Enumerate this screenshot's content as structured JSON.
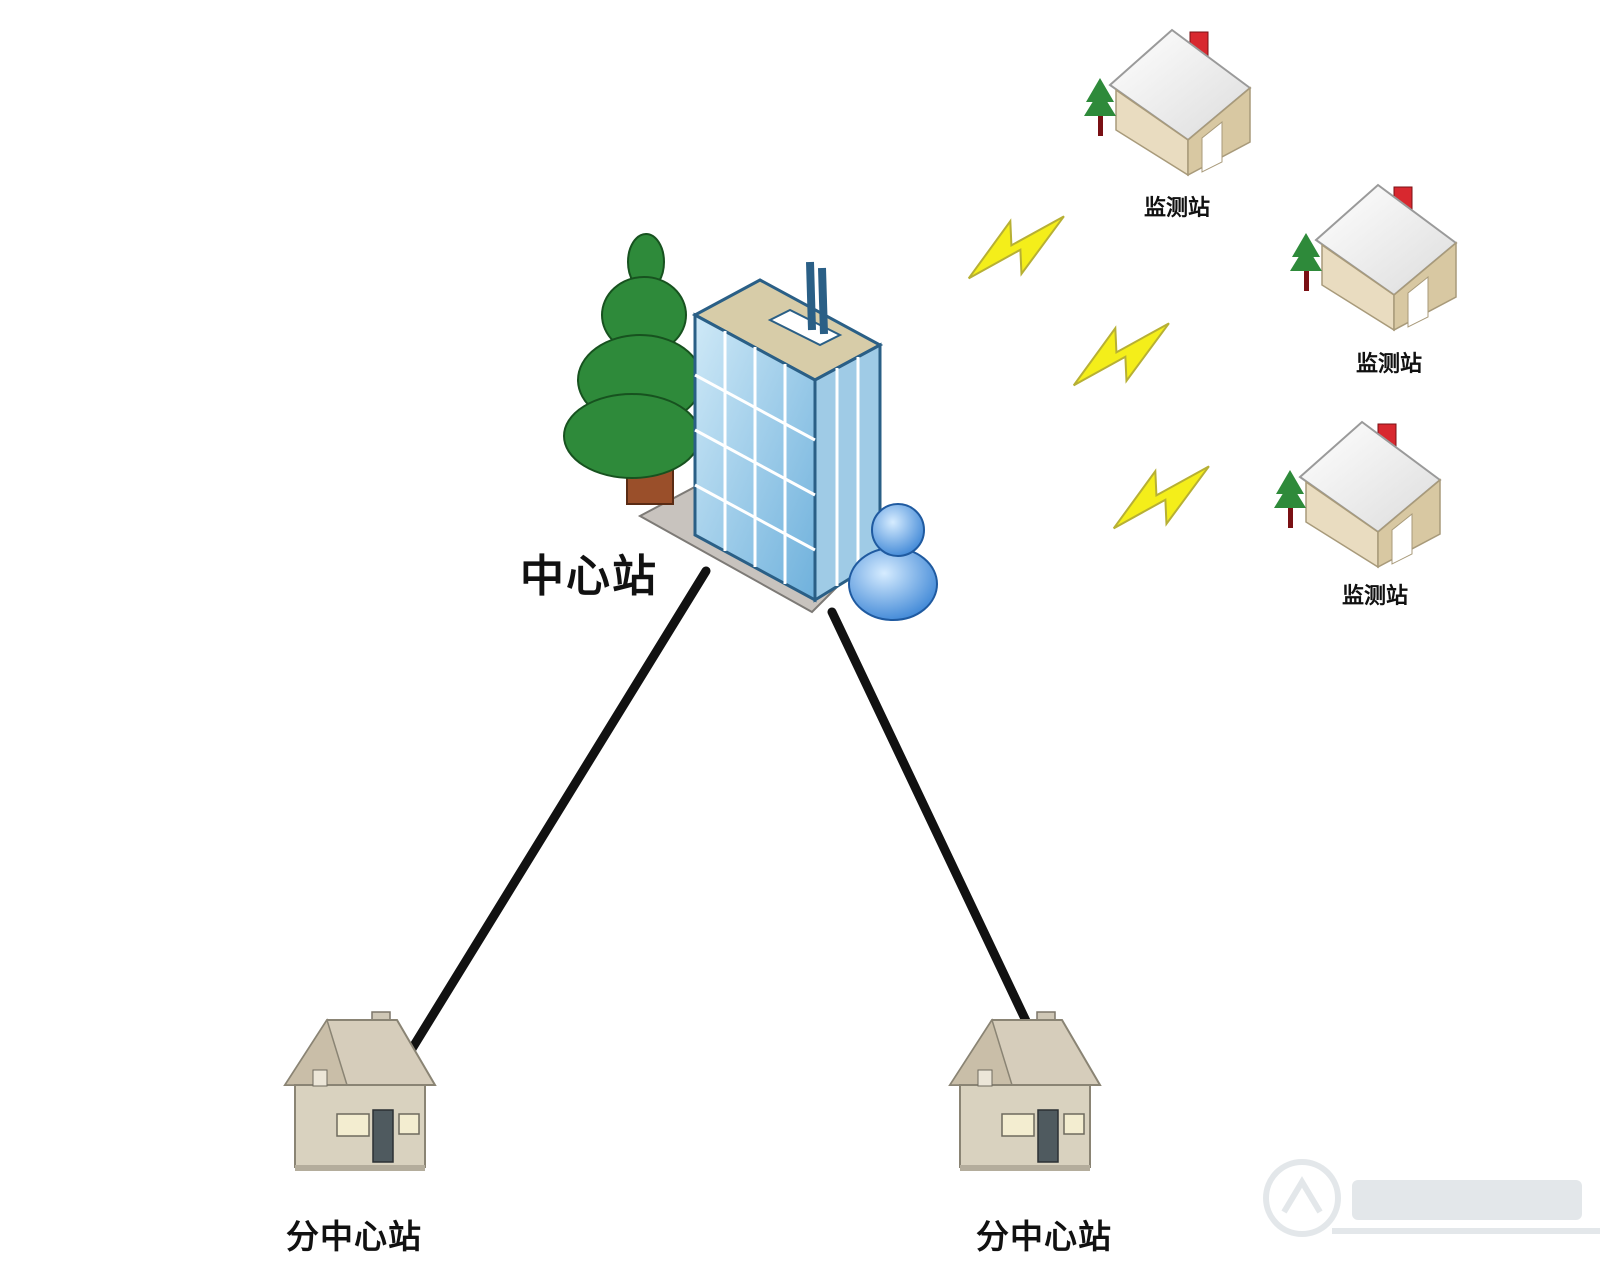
{
  "nodes": {
    "center": {
      "label": "中心站",
      "icon": "office-building-icon"
    },
    "monitor_stations": [
      {
        "label": "监测站",
        "icon": "house-icon"
      },
      {
        "label": "监测站",
        "icon": "house-icon"
      },
      {
        "label": "监测站",
        "icon": "house-icon"
      }
    ],
    "sub_centers": [
      {
        "label": "分中心站",
        "icon": "house-icon"
      },
      {
        "label": "分中心站",
        "icon": "house-icon"
      }
    ]
  },
  "links": {
    "wired_color": "#111111",
    "wireless_icon": "lightning-bolt-icon",
    "wireless_color": "#f4ee1a"
  },
  "colors": {
    "building_glass": "#8ec6e6",
    "tree": "#2e8a3a",
    "user_figure": "#5a9ee6",
    "house_wall": "#e9dcc0",
    "chimney": "#d8282f"
  }
}
